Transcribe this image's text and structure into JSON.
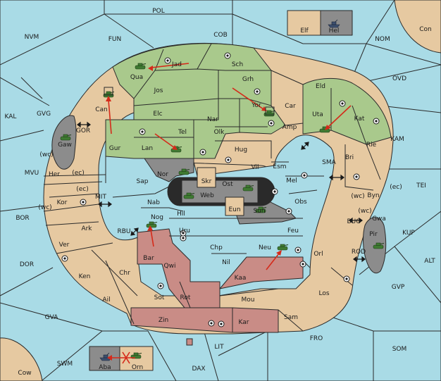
{
  "colors": {
    "sea": "#a9dbe6",
    "land": "#e6c9a1",
    "green_power": "#a9c98c",
    "grey_power": "#8c8c8c",
    "pink_power": "#c98c86",
    "order_arrow": "#d52a1a",
    "unit": "#3f7a32"
  },
  "icons": {
    "army": "tank-icon",
    "fleet": "ship-icon",
    "supply_center": "supply-center-icon",
    "convoy_link": "double-arrow-icon",
    "destroyed": "x-mark-icon"
  },
  "labels": {
    "POL": "POL",
    "NVM": "NVM",
    "FUN": "FUN",
    "COB": "COB",
    "NOM": "NOM",
    "Con": "Con",
    "OVD": "OVD",
    "KAL": "KAL",
    "GVG": "GVG",
    "KAM": "KAM",
    "MVU": "MVU",
    "TEI": "TEI",
    "BOR": "BOR",
    "KUP": "KUP",
    "DOR": "DOR",
    "ALT": "ALT",
    "GVP": "GVP",
    "GVA": "GVA",
    "FRO": "FRO",
    "SOM": "SOM",
    "SWM": "SWM",
    "LIT": "LIT",
    "DAX": "DAX",
    "Cow": "Cow",
    "Elf": "Elf",
    "Hel": "Hel",
    "Jad": "Jad",
    "Sch": "Sch",
    "Qua": "Qua",
    "Jos": "Jos",
    "Grh": "Grh",
    "Eld": "Eld",
    "Can": "Can",
    "Yor": "Yor",
    "Car": "Car",
    "Elc": "Elc",
    "Nar": "Nar",
    "Uta": "Uta",
    "Kat": "Kat",
    "Amp": "Amp",
    "GOR": "GOR",
    "Gaw": "Gaw",
    "Gur": "Gur",
    "Lan": "Lan",
    "Tel": "Tel",
    "Olk": "Olk",
    "Hug": "Hug",
    "Rie": "Rie",
    "Bri": "Bri",
    "wc": "(wc)",
    "ec": "(ec)",
    "Her": "Her",
    "Nor": "Nor",
    "Vil": "Vil",
    "Esm": "Esm",
    "SMA": "SMA",
    "Sap": "Sap",
    "Skr": "Skr",
    "Ost": "Ost",
    "Mel": "Mel",
    "Web": "Web",
    "Byn": "Byn",
    "Kor": "Kor",
    "MIT": "MIT",
    "Nab": "Nab",
    "Eun": "Eun",
    "Obs": "Obs",
    "Sun": "Sun",
    "Hil": "Hil",
    "Gwa": "Gwa",
    "RBU": "RBU",
    "Nog": "Nog",
    "BUC": "BUC",
    "Ark": "Ark",
    "Uru": "Uru",
    "Feu": "Feu",
    "Pir": "Pir",
    "Ver": "Ver",
    "Bar": "Bar",
    "Chp": "Chp",
    "Neu": "Neu",
    "Orl": "Orl",
    "ROD": "ROD",
    "Qwi": "Qwi",
    "Nil": "Nil",
    "Ken": "Ken",
    "Chr": "Chr",
    "Kaa": "Kaa",
    "Los": "Los",
    "Ail": "Ail",
    "Sot": "Sot",
    "Rot": "Rot",
    "Mou": "Mou",
    "Zin": "Zin",
    "Kar": "Kar",
    "Sam": "Sam",
    "Aba": "Aba",
    "Orn": "Orn"
  }
}
